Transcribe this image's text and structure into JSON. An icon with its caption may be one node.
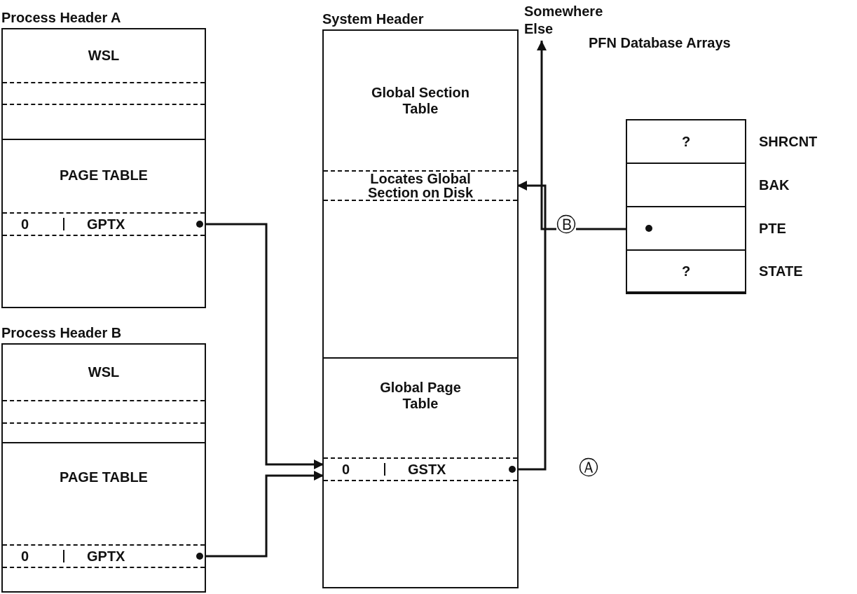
{
  "diagram": {
    "nodes": [
      {
        "text": [
          "Process Header A"
        ]
      },
      {
        "text": [
          "WSL"
        ],
        "in": 0
      },
      {
        "text": [
          "PAGE TABLE"
        ],
        "in": 0
      },
      {
        "text": [
          "0",
          "GPTX"
        ],
        "in": 0
      },
      {
        "text": [
          "Process Header B"
        ]
      },
      {
        "text": [
          "WSL"
        ],
        "in": 4
      },
      {
        "text": [
          "PAGE TABLE"
        ],
        "in": 4
      },
      {
        "text": [
          "0",
          "GPTX"
        ],
        "in": 4
      },
      {
        "text": [
          "System Header"
        ]
      },
      {
        "text": [
          "Global Section Table"
        ],
        "in": 8
      },
      {
        "text": [
          "Locates Global Section on Disk"
        ],
        "in": 8
      },
      {
        "text": [
          "Global Page Table"
        ],
        "in": 8
      },
      {
        "text": [
          "0",
          "GSTX"
        ],
        "in": 8
      },
      {
        "text": [
          "Somewhere Else"
        ]
      },
      {
        "text": [
          "PFN Database Arrays"
        ]
      },
      {
        "text": [
          "?"
        ],
        "in": 14,
        "beside": [
          "SHRCNT"
        ]
      },
      {
        "text": [],
        "shape": "box",
        "in": 14,
        "beside": [
          "BAK"
        ]
      },
      {
        "text": [],
        "shape": "box",
        "in": 14,
        "beside": [
          "PTE"
        ]
      },
      {
        "text": [
          "?"
        ],
        "in": 14,
        "beside": [
          "STATE"
        ]
      }
    ],
    "edges": [
      {
        "from": 3,
        "to": 12,
        "arrow": "to"
      },
      {
        "from": 7,
        "to": 12,
        "arrow": "to"
      },
      {
        "from": 12,
        "to": 10,
        "arrow": "to",
        "label": "Ⓐ"
      },
      {
        "from": 17,
        "to": 13,
        "arrow": "to",
        "label": "Ⓑ"
      }
    ]
  }
}
